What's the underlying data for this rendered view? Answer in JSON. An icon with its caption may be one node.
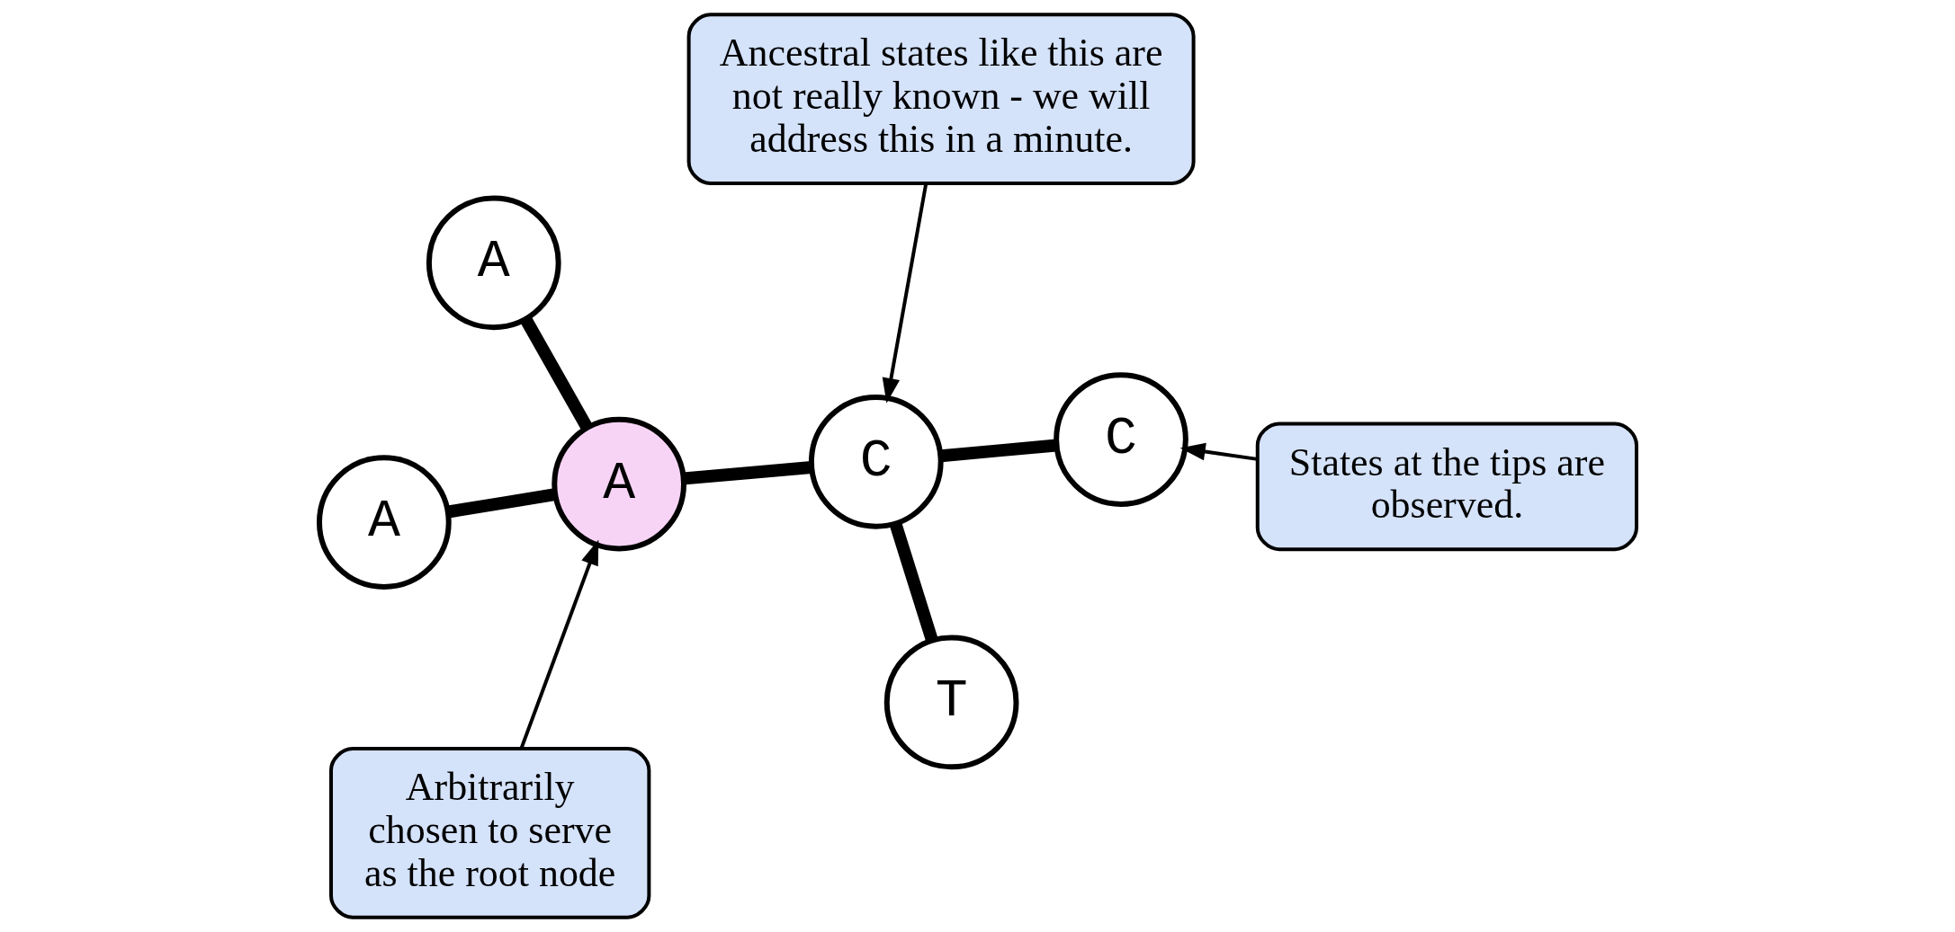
{
  "diagram": {
    "nodes": [
      {
        "text": [
          "A"
        ]
      },
      {
        "text": [
          "C"
        ]
      },
      {
        "text": [
          "States at the tips are observed."
        ]
      },
      {
        "text": [
          "A"
        ]
      },
      {
        "text": [
          "C"
        ]
      },
      {
        "text": [
          "Ancestral states like this are not really known - we will address this in a minute."
        ]
      },
      {
        "text": [
          "A"
        ]
      },
      {
        "text": [
          "T"
        ]
      },
      {
        "text": [
          "Arbitrarily chosen to serve as the root node"
        ]
      }
    ],
    "edges": [
      {
        "from": 3,
        "to": 0,
        "arrow": "none"
      },
      {
        "from": 3,
        "to": 6,
        "arrow": "none"
      },
      {
        "from": 3,
        "to": 4,
        "arrow": "none"
      },
      {
        "from": 4,
        "to": 1,
        "arrow": "none"
      },
      {
        "from": 4,
        "to": 7,
        "arrow": "none"
      },
      {
        "from": 2,
        "to": 1,
        "arrow": "to"
      },
      {
        "from": 5,
        "to": 4,
        "arrow": "to"
      },
      {
        "from": 8,
        "to": 3,
        "arrow": "to"
      }
    ]
  }
}
